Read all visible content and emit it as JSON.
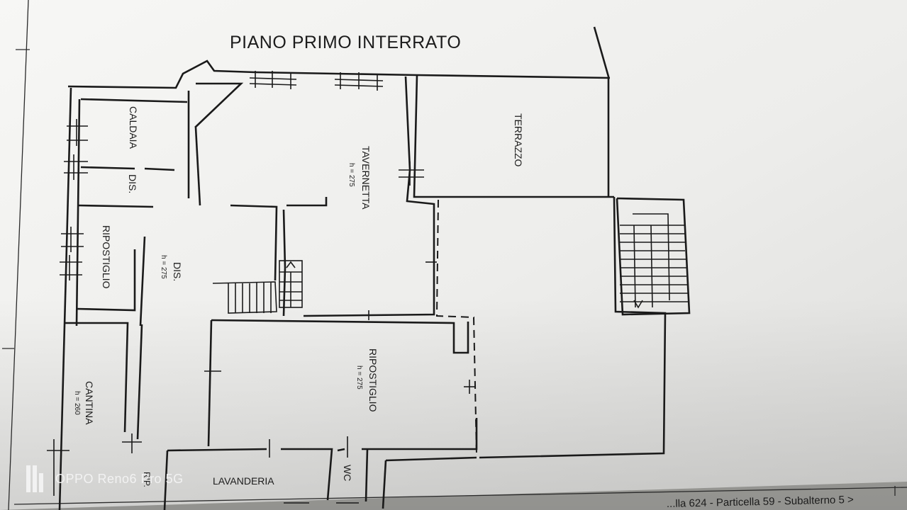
{
  "drawing": {
    "title": "PIANO PRIMO INTERRATO",
    "rooms": [
      {
        "key": "caldaia",
        "name": "CALDAIA",
        "height": ""
      },
      {
        "key": "dis_small",
        "name": "DIS.",
        "height": ""
      },
      {
        "key": "ripostiglio_left",
        "name": "RIPOSTIGLIO",
        "height": ""
      },
      {
        "key": "dis_main",
        "name": "DIS.",
        "height": "h = 275"
      },
      {
        "key": "tavernetta",
        "name": "TAVERNETTA",
        "height": "h = 275"
      },
      {
        "key": "terrazzo",
        "name": "TERRAZZO",
        "height": ""
      },
      {
        "key": "cantina",
        "name": "CANTINA",
        "height": "h = 260"
      },
      {
        "key": "ripostiglio_center",
        "name": "RIPOSTIGLIO",
        "height": "h = 275"
      },
      {
        "key": "lavanderia",
        "name": "LAVANDERIA",
        "height": ""
      },
      {
        "key": "wc",
        "name": "WC",
        "height": ""
      },
      {
        "key": "rip_small",
        "name": "RIP.",
        "height": ""
      }
    ],
    "footer_ref": "...lla 624 - Particella 59 - Subalterno 5 >"
  },
  "overlay": {
    "watermark": "OPPO Reno6 Pro 5G"
  },
  "colors": {
    "paper": "#f3f3f1",
    "shadow": "#a6a6a2",
    "ink": "#1a1a1a",
    "watermark": "#f2f2f2"
  }
}
